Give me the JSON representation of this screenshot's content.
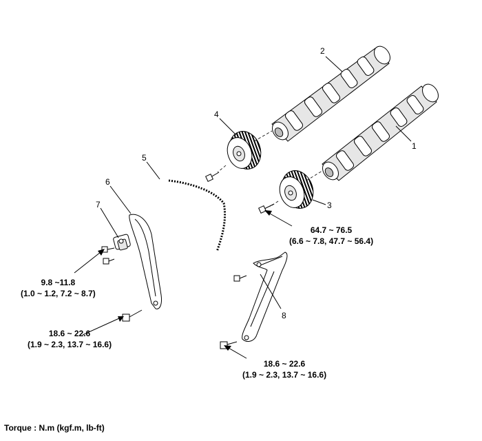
{
  "callouts": {
    "n1": "1",
    "n2": "2",
    "n3": "3",
    "n4": "4",
    "n5": "5",
    "n6": "6",
    "n7": "7",
    "n8": "8"
  },
  "torque_specs": {
    "sprocket_bolt": {
      "line1": "64.7 ~ 76.5",
      "line2": "(6.6 ~ 7.8, 47.7 ~ 56.4)"
    },
    "tensioner_bolt": {
      "line1": "9.8 ~11.8",
      "line2": "(1.0 ~ 1.2, 7.2 ~ 8.7)"
    },
    "arm_bolt": {
      "line1": "18.6 ~ 22.6",
      "line2": "(1.9 ~ 2.3, 13.7 ~ 16.6)"
    },
    "guide_bolt": {
      "line1": "18.6 ~ 22.6",
      "line2": "(1.9 ~ 2.3, 13.7 ~ 16.6)"
    }
  },
  "legend": "Torque : N.m (kgf.m, lb-ft)"
}
